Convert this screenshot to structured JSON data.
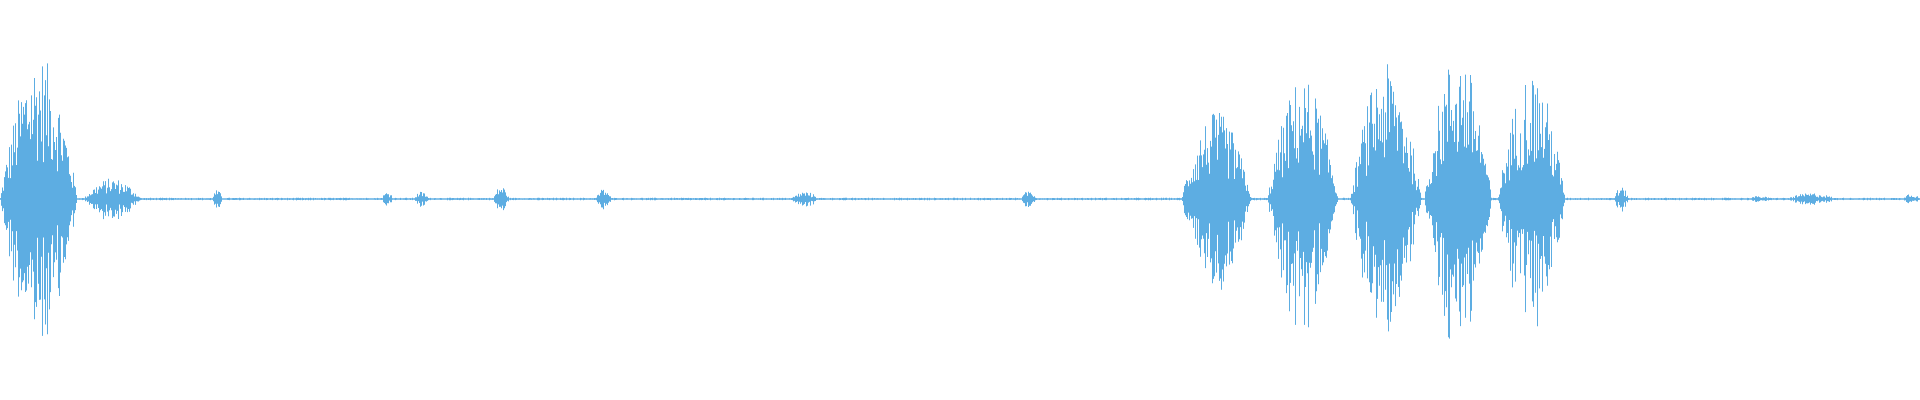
{
  "waveform": {
    "color": "#5dade2",
    "background": "#ffffff",
    "duration_s": 60,
    "baseline_amplitude": 0.008,
    "bursts": [
      {
        "start_s": 0.0,
        "end_s": 2.4,
        "peak": 0.96
      },
      {
        "start_s": 2.6,
        "end_s": 4.4,
        "peak": 0.14
      },
      {
        "start_s": 6.6,
        "end_s": 6.95,
        "peak": 0.06
      },
      {
        "start_s": 11.9,
        "end_s": 12.3,
        "peak": 0.05
      },
      {
        "start_s": 12.9,
        "end_s": 13.4,
        "peak": 0.05
      },
      {
        "start_s": 15.4,
        "end_s": 15.9,
        "peak": 0.09
      },
      {
        "start_s": 18.6,
        "end_s": 19.1,
        "peak": 0.07
      },
      {
        "start_s": 24.7,
        "end_s": 25.6,
        "peak": 0.05
      },
      {
        "start_s": 31.9,
        "end_s": 32.4,
        "peak": 0.06
      },
      {
        "start_s": 36.9,
        "end_s": 39.1,
        "peak": 0.58
      },
      {
        "start_s": 39.6,
        "end_s": 41.8,
        "peak": 0.81
      },
      {
        "start_s": 42.2,
        "end_s": 44.4,
        "peak": 0.9
      },
      {
        "start_s": 44.5,
        "end_s": 46.6,
        "peak": 0.99
      },
      {
        "start_s": 46.8,
        "end_s": 48.9,
        "peak": 0.85
      },
      {
        "start_s": 50.4,
        "end_s": 50.9,
        "peak": 0.08
      },
      {
        "start_s": 54.5,
        "end_s": 55.4,
        "peak": 0.02
      },
      {
        "start_s": 55.8,
        "end_s": 57.4,
        "peak": 0.04
      },
      {
        "start_s": 59.4,
        "end_s": 60.0,
        "peak": 0.04
      }
    ]
  }
}
